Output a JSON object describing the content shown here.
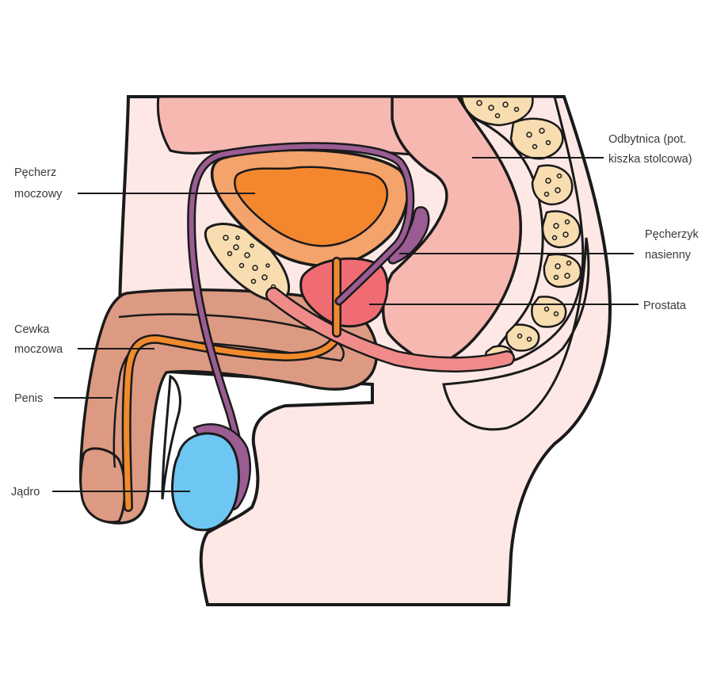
{
  "labels": {
    "bladder": [
      "Pęcherz",
      "moczowy"
    ],
    "urethra": [
      "Cewka",
      "moczowa"
    ],
    "penis": [
      "Penis"
    ],
    "testis": [
      "Jądro"
    ],
    "rectum": [
      "Odbytnica (pot.",
      "kiszka stolcowa)"
    ],
    "seminal_vesicle": [
      "Pęcherzyk",
      "nasienny"
    ],
    "prostate": [
      "Prostata"
    ]
  },
  "colors": {
    "outline": "#1a1a1a",
    "body": "#fde8e6",
    "tissue": "#f7b8b2",
    "bladder_wall": "#f4a36a",
    "urine": "#f4862e",
    "prostate": "#ef6c72",
    "vas_deferens": "#9a5c93",
    "testis": "#6ec6f2",
    "penis_tissue": "#dd9a82",
    "urethra": "#f08a2c",
    "bone": "#f7ddb0",
    "canal": "#f08b8a"
  }
}
